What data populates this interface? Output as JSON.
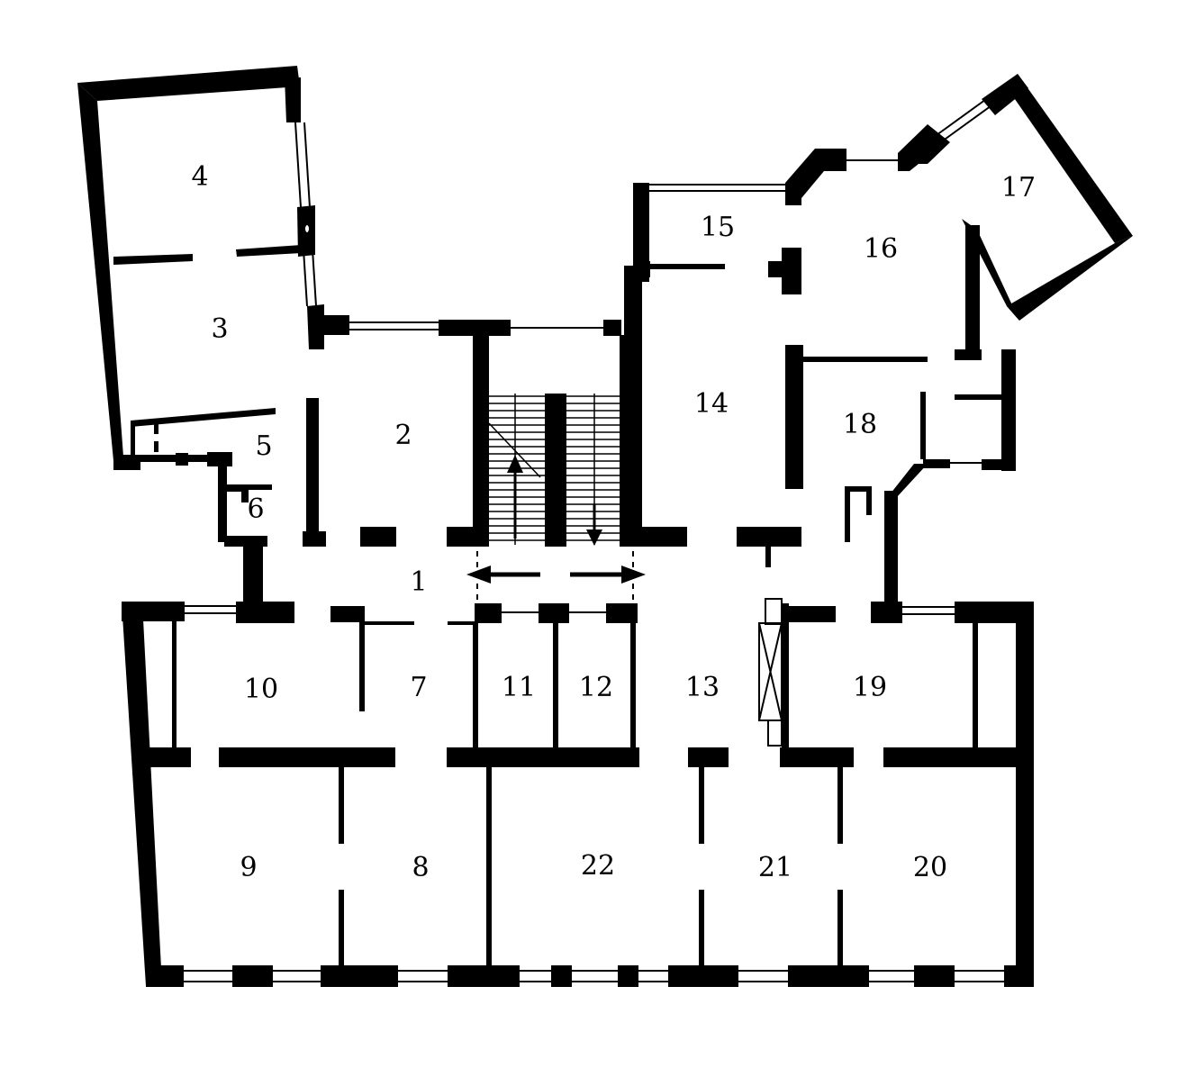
{
  "colors": {
    "wall": "#000000",
    "background": "#ffffff",
    "window": "#000000"
  },
  "rooms": [
    {
      "id": "1",
      "label": "1"
    },
    {
      "id": "2",
      "label": "2"
    },
    {
      "id": "3",
      "label": "3"
    },
    {
      "id": "4",
      "label": "4"
    },
    {
      "id": "5",
      "label": "5"
    },
    {
      "id": "6",
      "label": "6"
    },
    {
      "id": "7",
      "label": "7"
    },
    {
      "id": "8",
      "label": "8"
    },
    {
      "id": "9",
      "label": "9"
    },
    {
      "id": "10",
      "label": "10"
    },
    {
      "id": "11",
      "label": "11"
    },
    {
      "id": "12",
      "label": "12"
    },
    {
      "id": "13",
      "label": "13"
    },
    {
      "id": "14",
      "label": "14"
    },
    {
      "id": "15",
      "label": "15"
    },
    {
      "id": "16",
      "label": "16"
    },
    {
      "id": "17",
      "label": "17"
    },
    {
      "id": "18",
      "label": "18"
    },
    {
      "id": "19",
      "label": "19"
    },
    {
      "id": "20",
      "label": "20"
    },
    {
      "id": "21",
      "label": "21"
    },
    {
      "id": "22",
      "label": "22"
    }
  ],
  "icons": [
    "staircase-icon",
    "up-arrow-icon",
    "down-arrow-icon",
    "double-arrow-icon",
    "elevator-shaft-icon"
  ]
}
